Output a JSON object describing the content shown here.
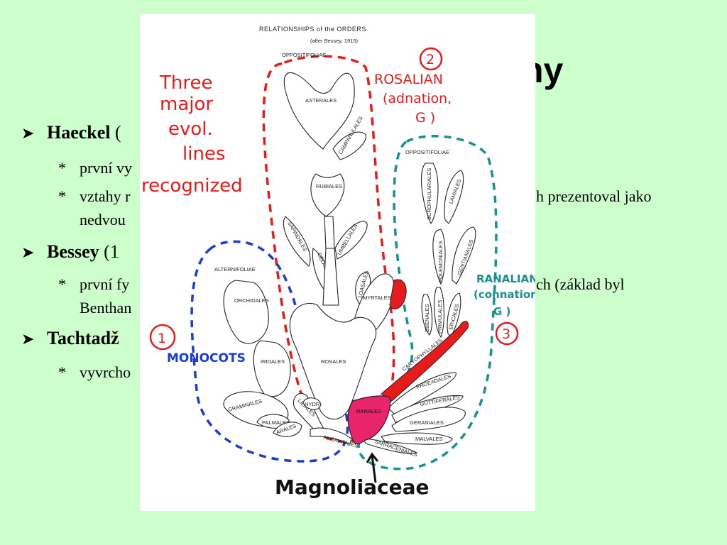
{
  "slide": {
    "title_fragment": "hy",
    "bullets": [
      {
        "name": "Haeckel",
        "rest": " ("
      },
      {
        "name": "Bessey",
        "rest": " (1"
      },
      {
        "name": "Tachtadž",
        "rest": ""
      }
    ],
    "subbullets": [
      {
        "star": "*",
        "text": "první vy"
      },
      {
        "star": "*",
        "text": "vztahy r"
      },
      {
        "star": "",
        "text": "nedvou"
      },
      {
        "star": "*",
        "text": "první fy"
      },
      {
        "star": "",
        "text": "Benthan"
      },
      {
        "star": "*",
        "text": "vyvrcho"
      }
    ],
    "right_texts": {
      "line1": "h prezentoval jako",
      "line2": "ch (základ byl"
    }
  },
  "figure": {
    "header_title": "RELATIONSHIPS of the ORDERS",
    "header_sub": "(after Bessey, 1915)",
    "groups": {
      "oppositifoliae_top": "OPPOSITIFOLIAE",
      "oppositifoliae_right": "OPPOSITIFOLIAE",
      "alternifoliae": "ALTERNIFOLIAE"
    },
    "orders": {
      "asterales": "ASTERALES",
      "campanulales": "CAMPANULALES",
      "rubiales": "RUBIALES",
      "sapindales": "SAPINDALES",
      "celastrales": "CELASTRALES",
      "umbellales": "UMBELLALES",
      "loasales": "LOASALES",
      "myrtales": "MYRTALES",
      "rosales": "ROSALES",
      "scrophulariales": "SCROPHULARIALES",
      "lamiales": "LAMIALES",
      "polemoniales": "POLEMONIALES",
      "gentianales": "GENTIANALES",
      "ebenales": "EBENALES",
      "primulales": "PRIMULALES",
      "ericales": "ERICALES",
      "caryophyllales": "CARYOPHYLLALES",
      "rhoeadales": "RHOEADALES",
      "guttiferales": "GUTTIFERALES",
      "geraniales": "GERANIALES",
      "malvales": "MALVALES",
      "sarraceniales": "SARRACENIALES",
      "ranales": "RANALES",
      "orchidales": "ORCHIDALES",
      "iridales": "IRIDALES",
      "graminales": "GRAMINALES",
      "palmales": "PALMALES",
      "arales": "ARALES",
      "liliales": "LILIALES",
      "hydrales": "HYDR",
      "alismatales": "ALISMATALES"
    },
    "annotations": {
      "three": "Three",
      "major": "major",
      "evol": "evol.",
      "lines": "lines",
      "recognized": "recognized",
      "num2": "2",
      "rosalian": "ROSALIAN",
      "adnation": "(adnation,",
      "rosalian_g": "G )",
      "num1": "1",
      "monocots": "MONOCOTS",
      "ranalian": "RANALIAN",
      "connation": "(connation",
      "ranalian_g": "G )",
      "num3": "3",
      "magnoliaceae": "Magnoliaceae"
    },
    "colors": {
      "red": "#e61c1c",
      "blue": "#1a3ccf",
      "teal": "#1a8f8f",
      "ranales_fill": "#e8246b"
    }
  }
}
